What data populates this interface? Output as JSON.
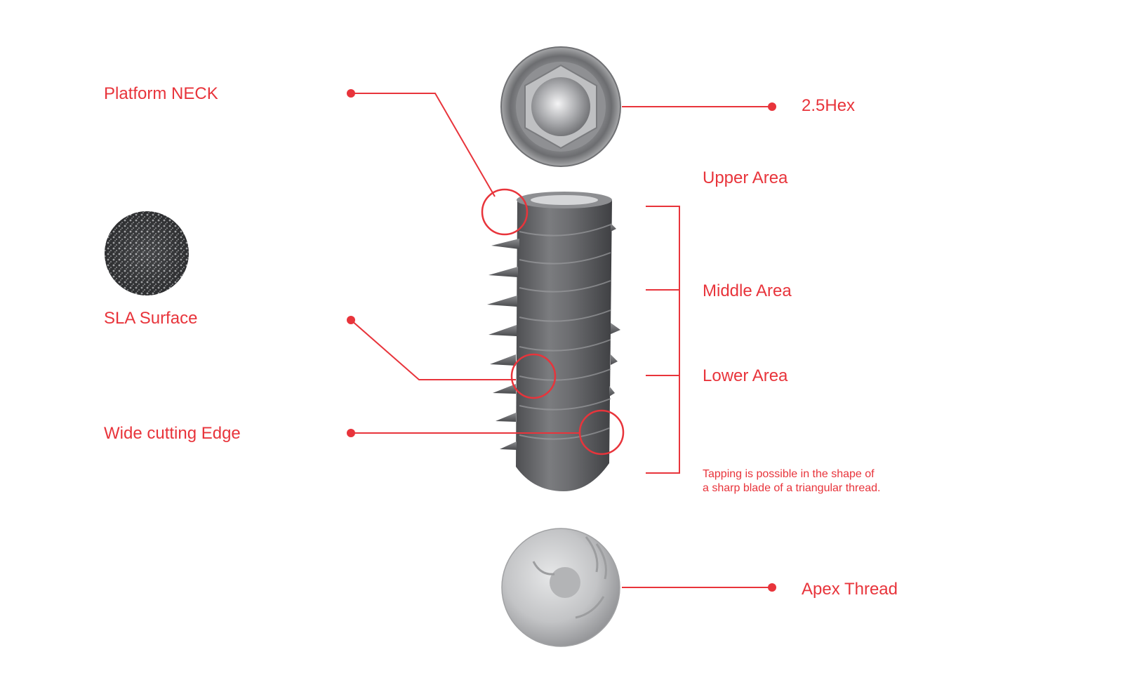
{
  "colors": {
    "accent": "#e8343b",
    "metal_dark": "#5f6063",
    "metal_light": "#b9babd",
    "apex_light": "#cfd0d2"
  },
  "labels": {
    "platform_neck": "Platform NECK",
    "sla_surface": "SLA Surface",
    "wide_cutting_edge": "Wide cutting Edge",
    "hex": "2.5Hex",
    "upper_area": "Upper Area",
    "middle_area": "Middle Area",
    "lower_area": "Lower Area",
    "apex_thread": "Apex Thread"
  },
  "note": {
    "line1": "Tapping is possible in the shape of",
    "line2": "a sharp blade of a triangular thread."
  }
}
